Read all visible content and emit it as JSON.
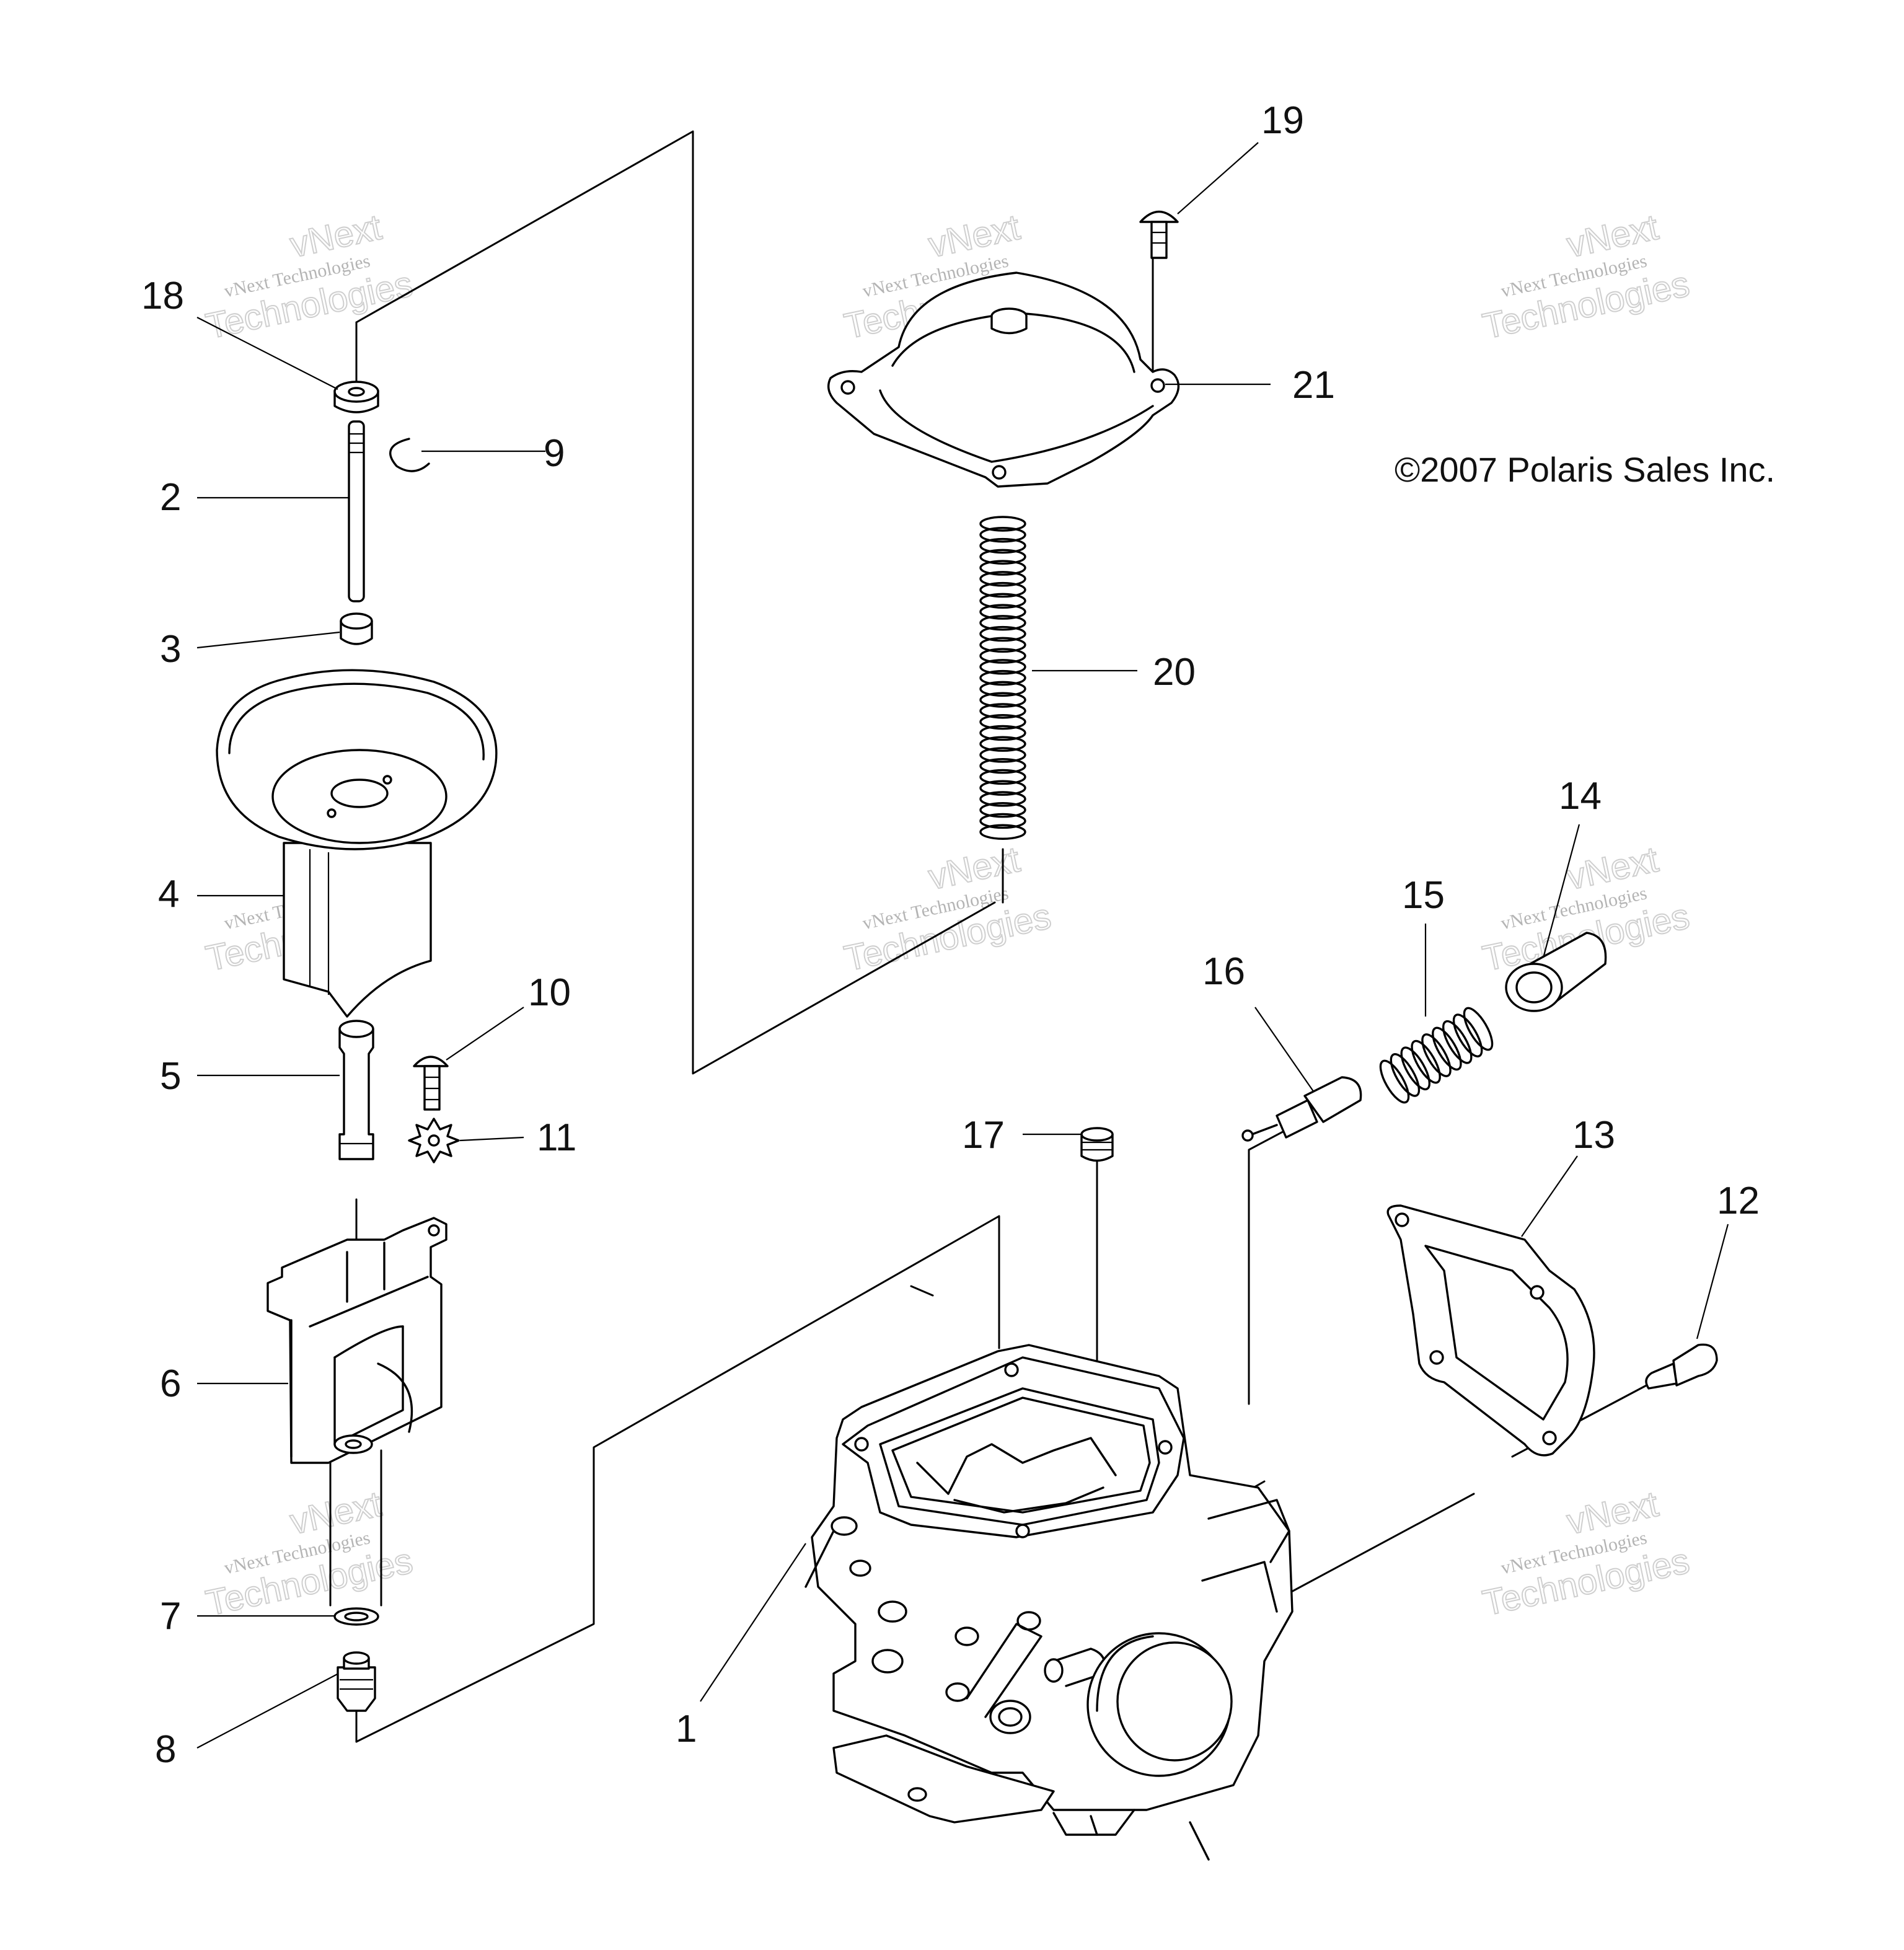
{
  "copyright": "©2007 Polaris Sales Inc.",
  "watermark": {
    "line1": "vNext Technologies",
    "line2": "Technologies",
    "line3": "vNext"
  },
  "callouts": {
    "c1": "1",
    "c2": "2",
    "c3": "3",
    "c4": "4",
    "c5": "5",
    "c6": "6",
    "c7": "7",
    "c8": "8",
    "c9": "9",
    "c10": "10",
    "c11": "11",
    "c12": "12",
    "c13": "13",
    "c14": "14",
    "c15": "15",
    "c16": "16",
    "c17": "17",
    "c18": "18",
    "c19": "19",
    "c20": "20",
    "c21": "21"
  }
}
